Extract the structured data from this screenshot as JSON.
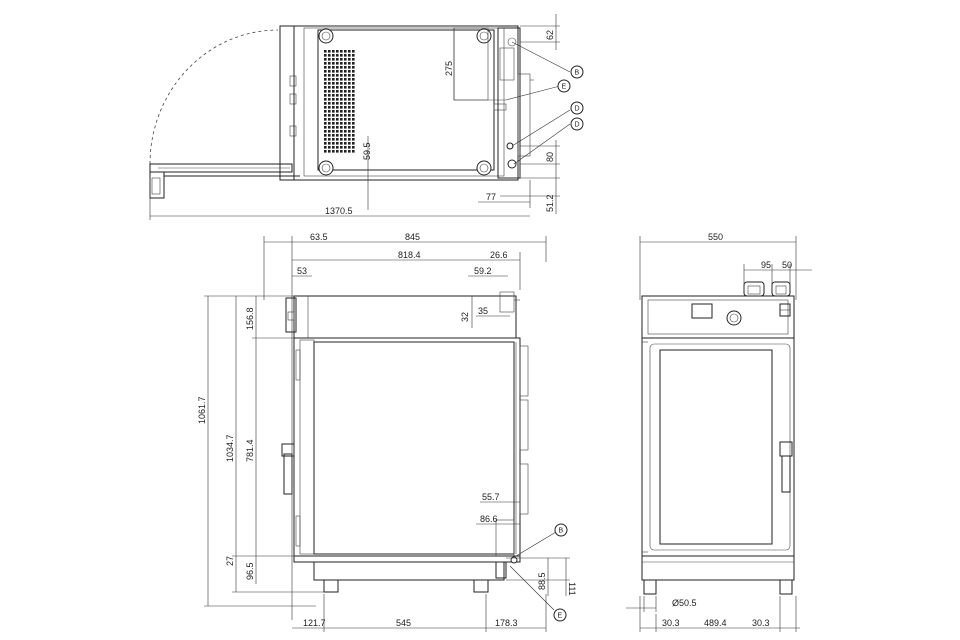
{
  "top_view": {
    "dims": {
      "d62": "62",
      "d275": "275",
      "d59_5": "59.5",
      "d80": "80",
      "d77": "77",
      "d51_2": "51.2",
      "d1370_5": "1370.5"
    },
    "callouts": [
      "B",
      "E",
      "D",
      "D"
    ]
  },
  "side_view": {
    "dims": {
      "d63_5": "63.5",
      "d845": "845",
      "d818_4": "818.4",
      "d26_6": "26.6",
      "d53": "53",
      "d59_2": "59.2",
      "d32": "32",
      "d35": "35",
      "d156_8": "156.8",
      "d1061_7": "1061.7",
      "d1034_7": "1034.7",
      "d781_4": "781.4",
      "d27": "27",
      "d96_5": "96.5",
      "d55_7": "55.7",
      "d86_6": "86.6",
      "d88_5": "88.5",
      "d111": "111",
      "d121_7": "121.7",
      "d545": "545",
      "d178_3": "178.3"
    },
    "callouts": [
      "B",
      "E"
    ]
  },
  "front_view": {
    "dims": {
      "d550": "550",
      "d95": "95",
      "d50": "50",
      "d50_5": "Ø50.5",
      "d30_3a": "30.3",
      "d489_4": "489.4",
      "d30_3b": "30.3"
    }
  }
}
